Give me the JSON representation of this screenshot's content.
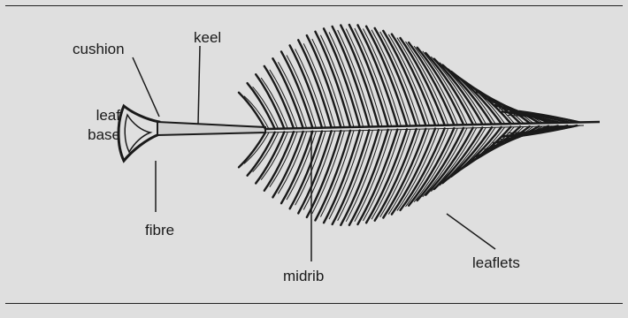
{
  "labels": {
    "cushion": "cushion",
    "keel": "keel",
    "leaf_line1": "leaf",
    "leaf_line2": "base",
    "fibre": "fibre",
    "midrib": "midrib",
    "leaflets": "leaflets"
  },
  "colors": {
    "background": "#dfdfdf",
    "ink": "#1a1a1a"
  }
}
